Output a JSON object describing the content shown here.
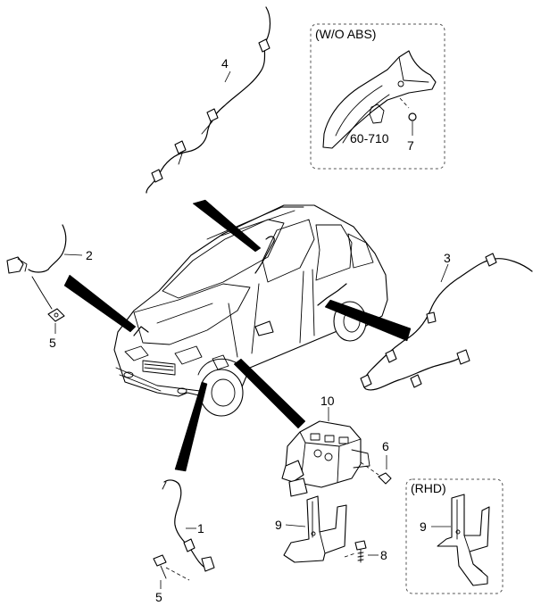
{
  "insets": {
    "wo_abs": {
      "title": "(W/O ABS)",
      "ref_label": "60-710",
      "part_label": "7"
    },
    "rhd": {
      "title": "(RHD)",
      "part_label": "9"
    }
  },
  "callouts": [
    {
      "id": "front-wheel-sensor-cable",
      "label": "1"
    },
    {
      "id": "front-left-sensor",
      "label": "2"
    },
    {
      "id": "rear-right-sensor-cable",
      "label": "3"
    },
    {
      "id": "rear-left-sensor-cable",
      "label": "4"
    },
    {
      "id": "clip-upper",
      "label": "5"
    },
    {
      "id": "clip-lower",
      "label": "5"
    },
    {
      "id": "bolt",
      "label": "6"
    },
    {
      "id": "nut",
      "label": "8"
    },
    {
      "id": "bracket",
      "label": "9"
    },
    {
      "id": "hydraulic-unit",
      "label": "10"
    }
  ]
}
